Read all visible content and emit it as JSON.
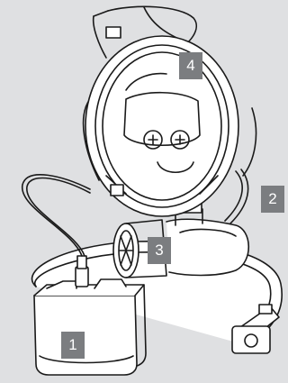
{
  "figure": {
    "background_color": "#dfe0e2",
    "line_color": "#1a1a1a",
    "callout_color": "#7b7d80",
    "callout_text_color": "#ffffff"
  },
  "callouts": [
    {
      "label": "1",
      "part": "battery-pack"
    },
    {
      "label": "2",
      "part": "breathing-hose"
    },
    {
      "label": "3",
      "part": "filter-blower-unit"
    },
    {
      "label": "4",
      "part": "full-face-mask"
    }
  ]
}
